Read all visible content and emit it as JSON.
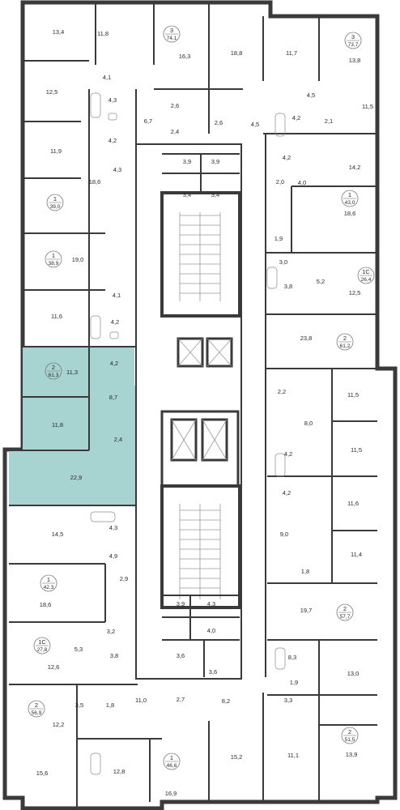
{
  "floor_plan": {
    "highlight_color": "#a7d3d0",
    "apartments": [
      {
        "id": "apt-left-1",
        "rooms": "1",
        "total": "39,0"
      },
      {
        "id": "apt-left-2",
        "rooms": "1",
        "total": "38,9"
      },
      {
        "id": "apt-left-3",
        "rooms": "2",
        "total": "61,3",
        "selected": true
      },
      {
        "id": "apt-left-4",
        "rooms": "1",
        "total": "42,3"
      },
      {
        "id": "apt-left-5",
        "rooms": "1С",
        "total": "27,8"
      },
      {
        "id": "apt-left-6",
        "rooms": "2",
        "total": "56,9"
      },
      {
        "id": "apt-top-1",
        "rooms": "3",
        "total": "74,1"
      },
      {
        "id": "apt-top-2",
        "rooms": "3",
        "total": "73,7"
      },
      {
        "id": "apt-right-1",
        "rooms": "1",
        "total": "43,0"
      },
      {
        "id": "apt-right-2",
        "rooms": "1С",
        "total": "26,4"
      },
      {
        "id": "apt-right-3",
        "rooms": "2",
        "total": "61,2"
      },
      {
        "id": "apt-right-4",
        "rooms": "2",
        "total": "57,7"
      },
      {
        "id": "apt-bottom-1",
        "rooms": "1",
        "total": "46,6"
      },
      {
        "id": "apt-bottom-2",
        "rooms": "2",
        "total": "51,5"
      }
    ],
    "room_areas": [
      "13,4",
      "11,8",
      "16,3",
      "18,8",
      "11,7",
      "13,8",
      "12,5",
      "4,1",
      "6,7",
      "4,3",
      "4,2",
      "2,6",
      "2,4",
      "2,6",
      "4,5",
      "4,5",
      "4,2",
      "2,1",
      "11,5",
      "11,9",
      "4,3",
      "3,9",
      "3,9",
      "3,4",
      "3,4",
      "4,2",
      "4,0",
      "14,2",
      "18,6",
      "2,0",
      "18,6",
      "1,9",
      "19,0",
      "4,1",
      "3,0",
      "3,8",
      "5,2",
      "12,5",
      "11,6",
      "4,2",
      "23,8",
      "11,3",
      "4,2",
      "8,7",
      "11,8",
      "2,4",
      "22,9",
      "2,2",
      "11,5",
      "8,0",
      "11,5",
      "4,2",
      "4,2",
      "11,6",
      "14,5",
      "4,3",
      "4,9",
      "9,0",
      "11,4",
      "18,6",
      "2,9",
      "1,8",
      "19,7",
      "3,9",
      "4,3",
      "4,0",
      "3,2",
      "5,3",
      "3,8",
      "12,6",
      "3,6",
      "3,6",
      "8,3",
      "13,0",
      "1,9",
      "3,3",
      "12,2",
      "3,5",
      "1,8",
      "11,0",
      "2,7",
      "8,2",
      "15,6",
      "12,8",
      "16,9",
      "15,2",
      "11,1",
      "13,9"
    ]
  }
}
